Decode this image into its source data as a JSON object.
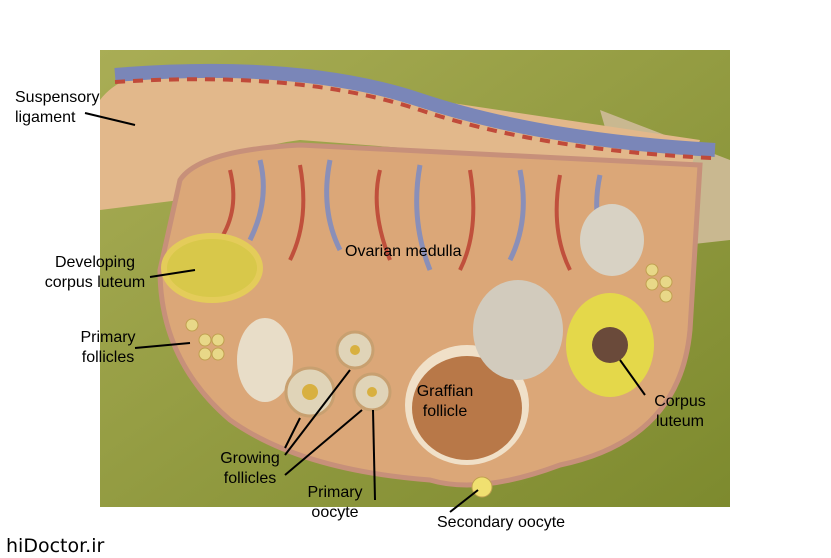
{
  "title": "Ovary model",
  "labels": {
    "suspensory": [
      "Suspensory",
      "ligament"
    ],
    "developing": [
      "Developing",
      "corpus luteum"
    ],
    "primary_follicles": [
      "Primary",
      "follicles"
    ],
    "medulla": "Ovarian medulla",
    "graffian": [
      "Graffian",
      "follicle"
    ],
    "corpus_luteum": [
      "Corpus",
      "luteum"
    ],
    "growing": [
      "Growing",
      "follicles"
    ],
    "primary_oocyte": [
      "Primary",
      "oocyte"
    ],
    "secondary_oocyte": "Secondary oocyte"
  },
  "watermark": "hiDoctor.ir"
}
